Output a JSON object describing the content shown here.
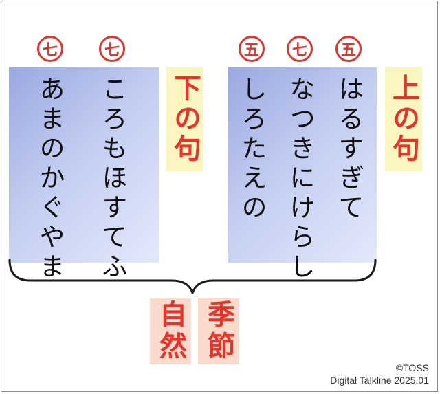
{
  "lower_phrase": {
    "label": "下の句",
    "lines": [
      {
        "count": "七",
        "text": "ころもほすてふ"
      },
      {
        "count": "七",
        "text": "あまのかぐやま"
      }
    ]
  },
  "upper_phrase": {
    "label": "上の句",
    "lines": [
      {
        "count": "五",
        "text": "はるすぎて"
      },
      {
        "count": "七",
        "text": "なつきにけらし"
      },
      {
        "count": "五",
        "text": "しろたえの"
      }
    ]
  },
  "themes": [
    "季節",
    "自然"
  ],
  "colors": {
    "accent": "#e8332a",
    "label_bg": "#fbf5c2",
    "tag_bg": "#f9dacb"
  },
  "credit": {
    "line1": "©TOSS",
    "line2": "Digital Talkline 2025.01"
  }
}
